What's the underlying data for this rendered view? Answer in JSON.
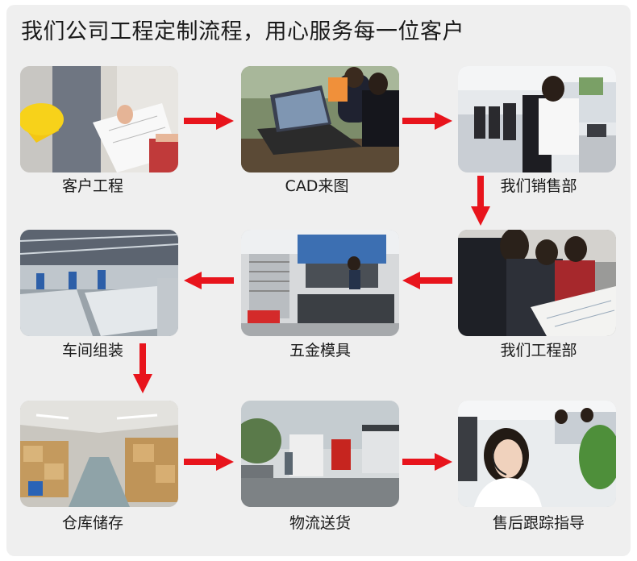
{
  "title": "我们公司工程定制流程，用心服务每一位客户",
  "steps": [
    {
      "label": "客户工程",
      "photo": "customer-engineering-photo"
    },
    {
      "label": "CAD来图",
      "photo": "cad-drawing-photo"
    },
    {
      "label": "我们销售部",
      "photo": "sales-department-photo"
    },
    {
      "label": "我们工程部",
      "photo": "engineering-department-photo"
    },
    {
      "label": "五金模具",
      "photo": "hardware-mold-photo"
    },
    {
      "label": "车间组装",
      "photo": "workshop-assembly-photo"
    },
    {
      "label": "仓库储存",
      "photo": "warehouse-storage-photo"
    },
    {
      "label": "物流送货",
      "photo": "logistics-delivery-photo"
    },
    {
      "label": "售后跟踪指导",
      "photo": "after-sales-guidance-photo"
    }
  ],
  "colors": {
    "arrow": "#e8141c",
    "panel": "#efefef",
    "text": "#1a1a1a"
  }
}
